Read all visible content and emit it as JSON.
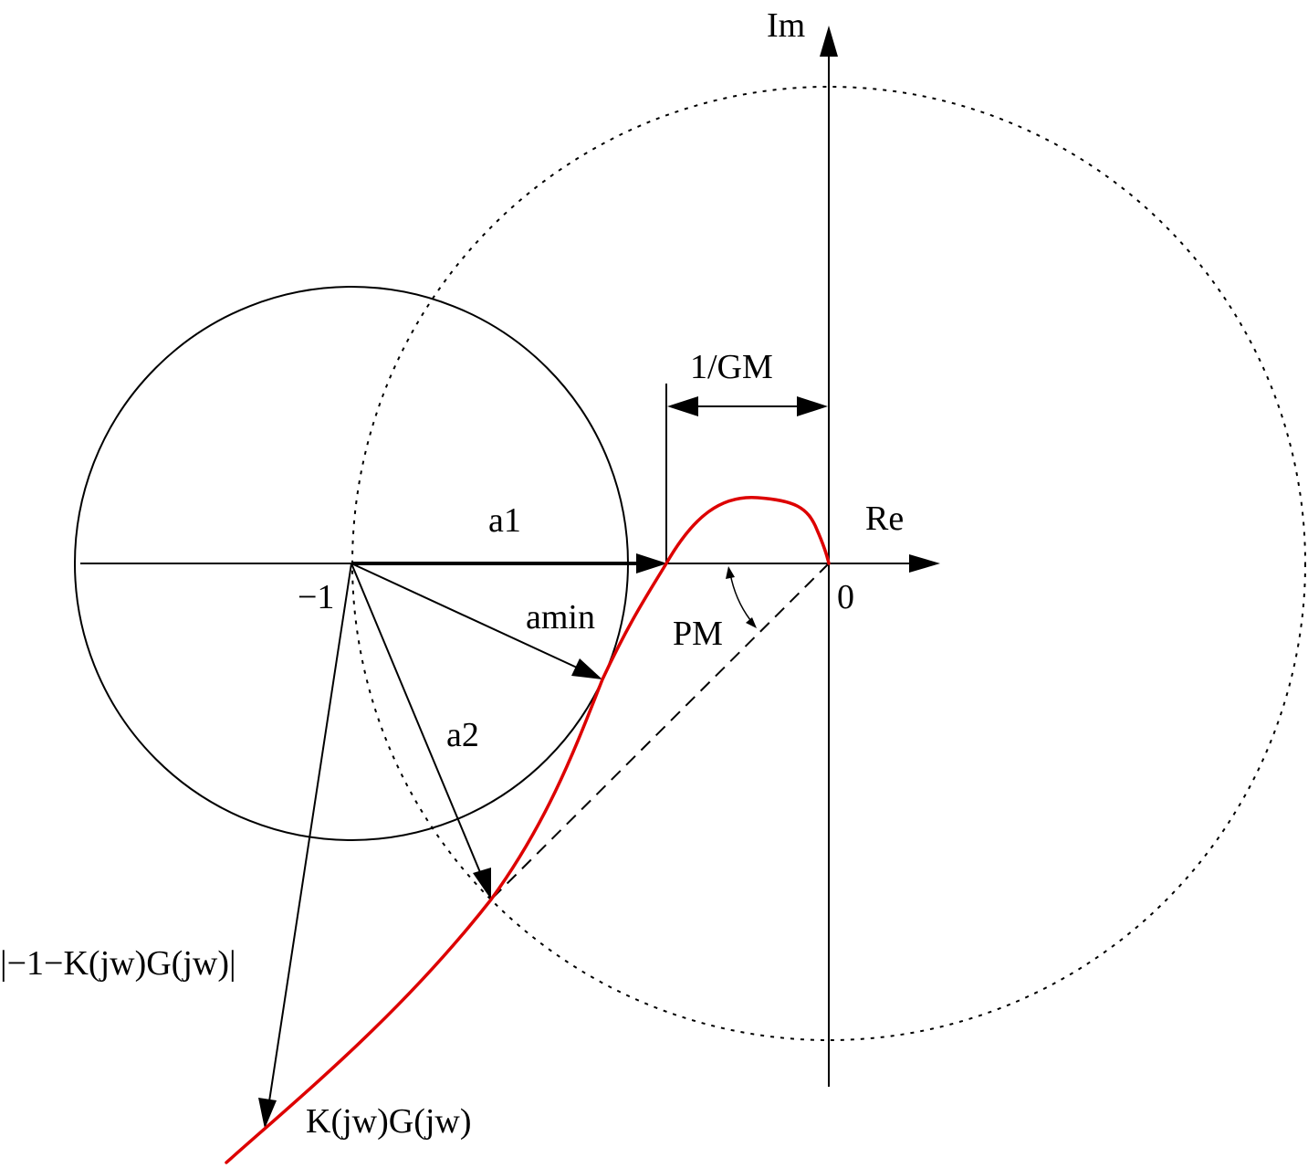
{
  "labels": {
    "im_axis": "Im",
    "re_axis": "Re",
    "origin": "0",
    "minus_one": "−1",
    "gain_margin": "1/GM",
    "a1": "a1",
    "amin": "amin",
    "a2": "a2",
    "phase_margin": "PM",
    "distance": "|−1−K(jw)G(jw)|",
    "nyquist_curve": "K(jw)G(jw)"
  },
  "colors": {
    "nyquist_curve": "#dd0000",
    "ink": "#000000"
  }
}
